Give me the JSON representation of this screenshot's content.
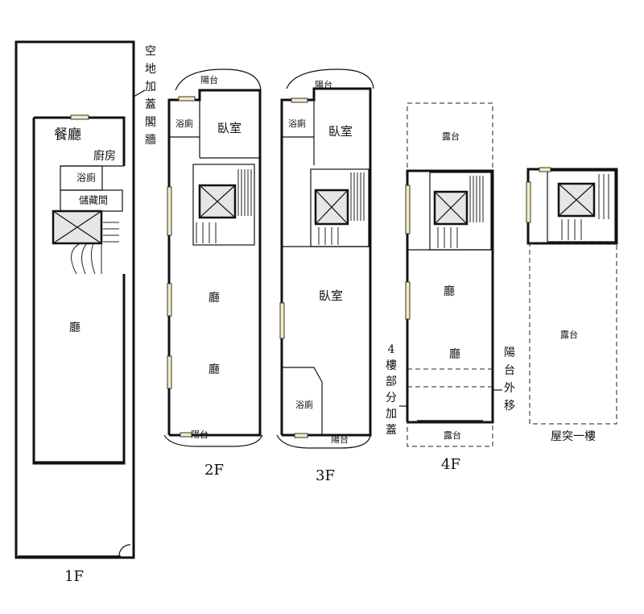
{
  "floors": {
    "f1": {
      "floor_label": "1F",
      "dining": "餐廳",
      "kitchen": "廚房",
      "bath": "浴廁",
      "storage": "儲藏間",
      "living": "廳",
      "annex_note": "空地加蓋閣牆"
    },
    "f2": {
      "floor_label": "2F",
      "front_balcony": "陽台",
      "bath": "浴廁",
      "bedroom": "臥室",
      "living_1": "廳",
      "living_2": "廳",
      "rear_balcony": "陽台"
    },
    "f3": {
      "floor_label": "3F",
      "front_balcony": "陽台",
      "bath_top": "浴廁",
      "bedroom_top": "臥室",
      "bedroom_main": "臥室",
      "bath_bottom": "浴廁",
      "rear_balcony": "陽台"
    },
    "f4": {
      "floor_label": "4F",
      "top_terrace": "露台",
      "living_1": "廳",
      "living_2": "廳",
      "bottom_terrace": "露台",
      "left_note": "4樓部分加蓋",
      "right_note": "陽台外移"
    },
    "roof": {
      "terrace": "露台",
      "floor_label": "屋突一樓"
    }
  }
}
